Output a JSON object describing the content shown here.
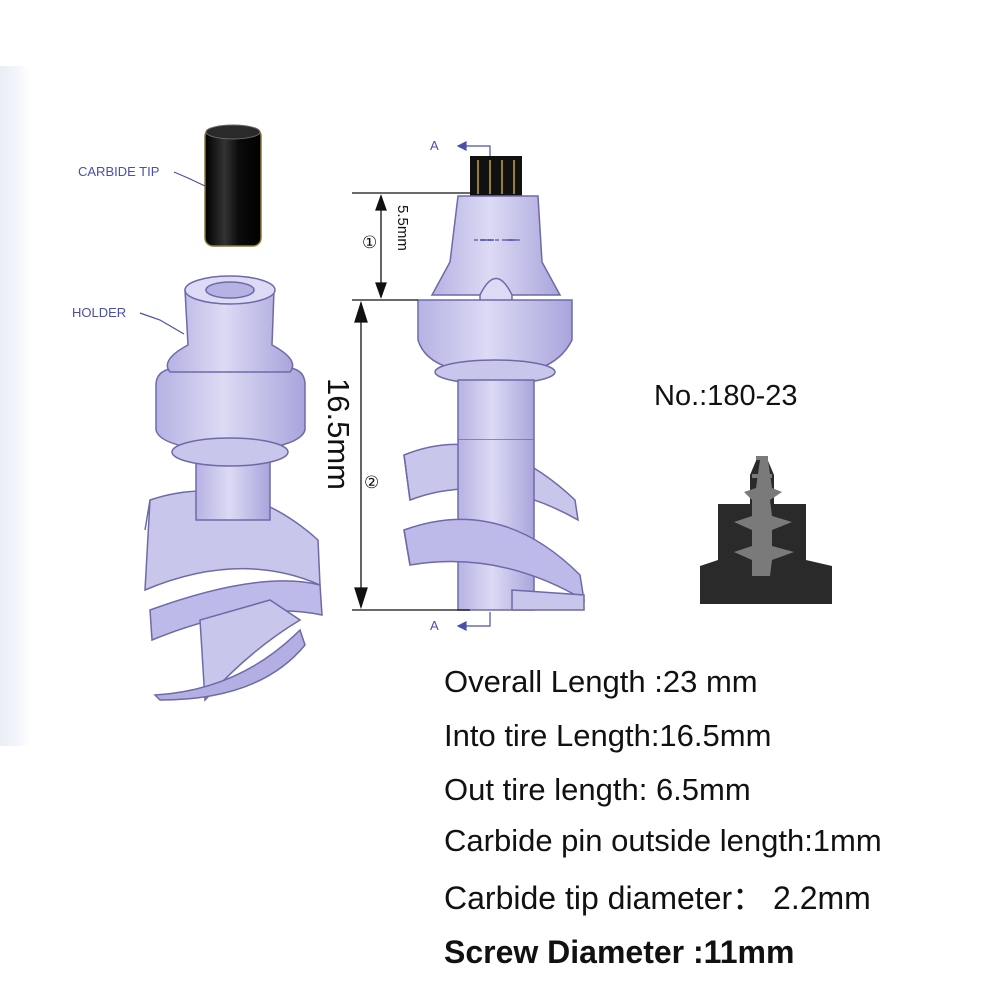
{
  "labels": {
    "carbide_tip": "CARBIDE TIP",
    "holder": "HOLDER",
    "section_mark_top": "A",
    "section_mark_bottom": "A",
    "dim_top": "5.5mm",
    "dim_top_marker": "①",
    "dim_main": "16.5mm",
    "dim_main_marker": "②"
  },
  "model": "No.:180-23",
  "specs": [
    "Overall Length :23   mm",
    "Into tire Length:16.5mm",
    "Out tire length: 6.5mm",
    "Carbide pin outside length:1mm",
    "Carbide tip diameter： 2.2mm",
    "Screw Diameter :11mm"
  ],
  "colors": {
    "part_fill": "#c9c6ec",
    "part_shade": "#a9a5dc",
    "part_outline": "#6d6aa8",
    "carbide": "#111111",
    "label_text": "#4a4fa8",
    "section_dark": "#2a2a2a",
    "section_light": "#7a7a7a"
  }
}
